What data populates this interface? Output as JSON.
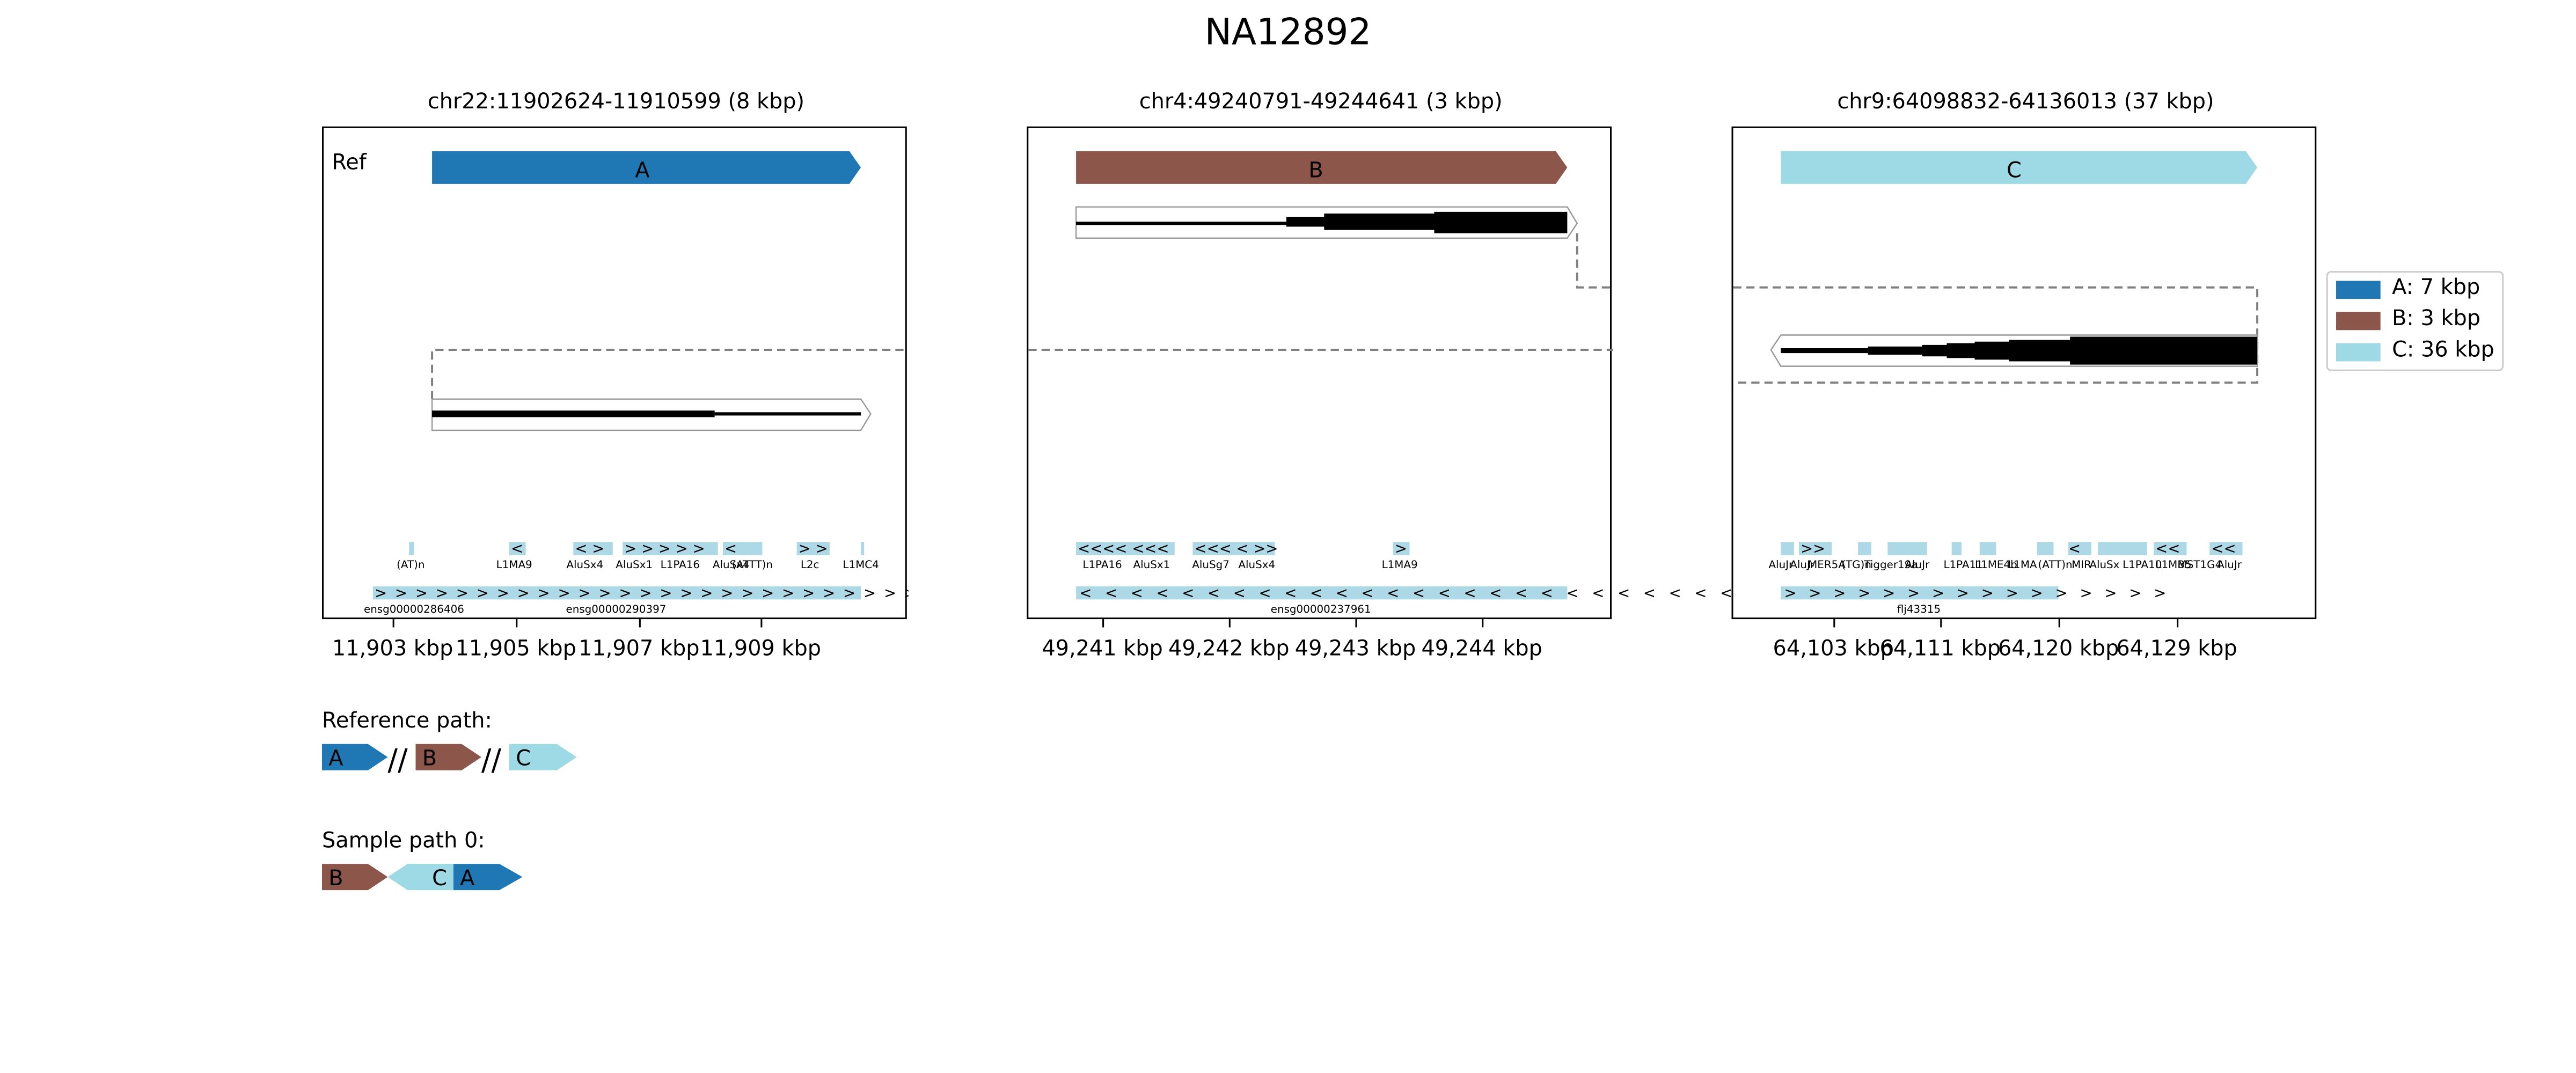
{
  "figure_title": "NA12892",
  "panels": [
    {
      "title": "chr22:11902624-11910599 (8 kbp)",
      "ticks": [
        "11,903 kbp",
        "11,905 kbp",
        "11,907 kbp",
        "11,909 kbp"
      ],
      "ref_label": "Ref",
      "segment_label": "A",
      "repeats": [
        "(AT)n",
        "L1MA9",
        "AluSx4",
        "AluSx1",
        "L1PA16",
        "AluSx4",
        "(ATTT)n",
        "L2c",
        "L1MC4"
      ],
      "genes": [
        "ensg00000286406",
        "ensg00000290397"
      ]
    },
    {
      "title": "chr4:49240791-49244641 (3 kbp)",
      "ticks": [
        "49,241 kbp",
        "49,242 kbp",
        "49,243 kbp",
        "49,244 kbp"
      ],
      "segment_label": "B",
      "repeats": [
        "L1PA16",
        "AluSx1",
        "AluSg7",
        "AluSx4",
        "L1MA9"
      ],
      "genes": [
        "ensg00000237961"
      ]
    },
    {
      "title": "chr9:64098832-64136013 (37 kbp)",
      "ticks": [
        "64,103 kbp",
        "64,111 kbp",
        "64,120 kbp",
        "64,129 kbp"
      ],
      "segment_label": "C",
      "repeats": [
        "AluJr",
        "AluJr",
        "MER5A",
        "(TG)n",
        "Tigger19a",
        "AluJr",
        "L1PA11",
        "L1ME4b",
        "L1MA",
        "(ATT)n",
        "MIR",
        "AluSx",
        "L1PA10",
        "L1MB5",
        "MST1G4",
        "AluJr"
      ],
      "genes": [
        "flj43315"
      ]
    }
  ],
  "legend": [
    {
      "label": "A: 7 kbp",
      "color": "#1f77b4"
    },
    {
      "label": "B: 3 kbp",
      "color": "#8c564b"
    },
    {
      "label": "C: 36 kbp",
      "color": "#9edae5"
    }
  ],
  "reference_path": {
    "label": "Reference path:",
    "segments": [
      "A",
      "B",
      "C"
    ],
    "separator": "//"
  },
  "sample_path": {
    "label": "Sample path 0:",
    "segments": [
      "B",
      "C",
      "A"
    ]
  },
  "colors": {
    "A": "#1f77b4",
    "B": "#8c564b",
    "C": "#9edae5",
    "repeat": "#add8e6",
    "dashed": "#808080"
  }
}
